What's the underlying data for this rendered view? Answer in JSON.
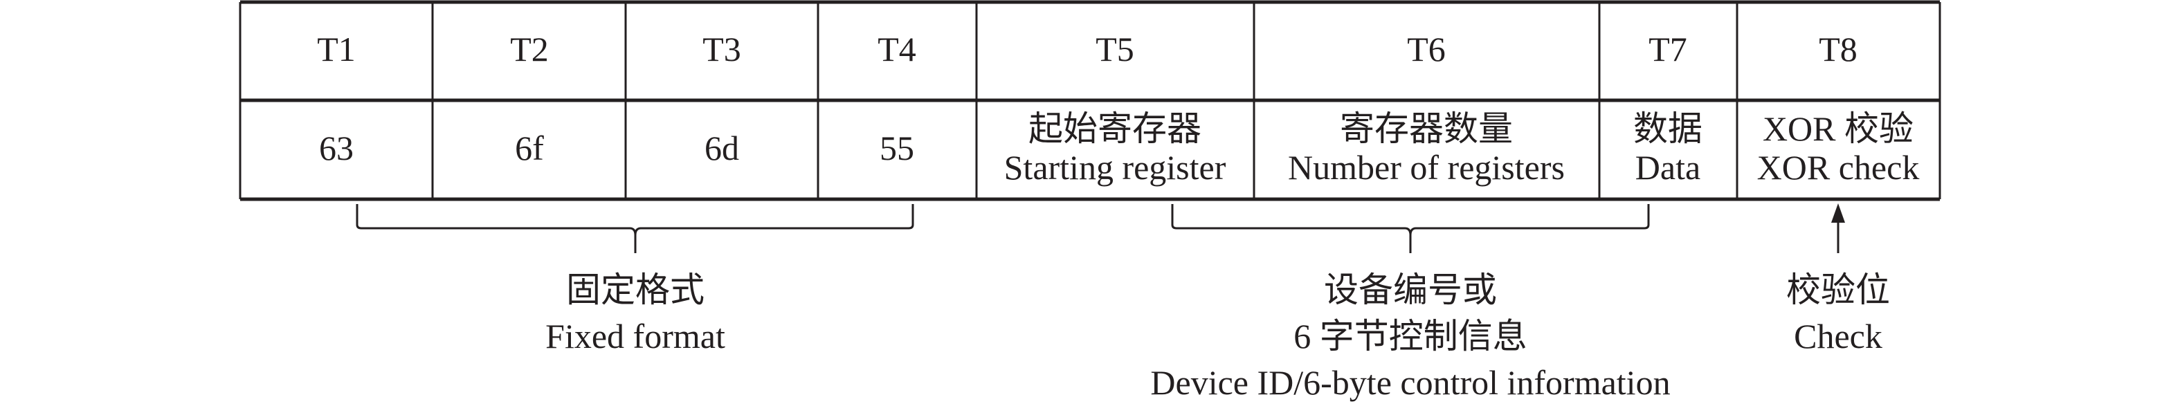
{
  "table": {
    "headers": [
      "T1",
      "T2",
      "T3",
      "T4",
      "T5",
      "T6",
      "T7",
      "T8"
    ],
    "values": [
      {
        "zh": "63",
        "en": ""
      },
      {
        "zh": "6f",
        "en": ""
      },
      {
        "zh": "6d",
        "en": ""
      },
      {
        "zh": "55",
        "en": ""
      },
      {
        "zh": "起始寄存器",
        "en": "Starting register"
      },
      {
        "zh": "寄存器数量",
        "en": "Number of registers"
      },
      {
        "zh": "数据",
        "en": "Data"
      },
      {
        "zh": "XOR 校验",
        "en": "XOR check"
      }
    ]
  },
  "annotations": {
    "fixed": {
      "zh": "固定格式",
      "en": "Fixed format"
    },
    "device": {
      "zh1": "设备编号或",
      "zh2": "6 字节控制信息",
      "en": "Device ID/6-byte control information"
    },
    "check": {
      "zh": "校验位",
      "en": "Check"
    }
  }
}
